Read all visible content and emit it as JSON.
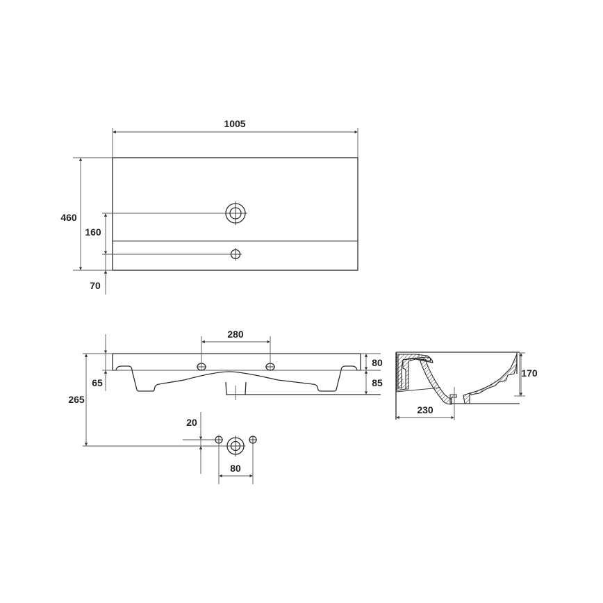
{
  "diagram": {
    "type": "technical-drawing",
    "subject": "washbasin",
    "views": {
      "top_view": {
        "dimensions": {
          "width": "1005",
          "depth": "460",
          "tap_hole_offset": "160",
          "overflow_offset": "70"
        }
      },
      "front_view": {
        "dimensions": {
          "hole_spacing": "280",
          "top_height": "80",
          "bottom_height": "85",
          "left_offset": "65",
          "total_height": "265",
          "drain_offset": "20",
          "drain_hole_spacing": "80"
        }
      },
      "side_section": {
        "dimensions": {
          "height": "170",
          "drain_depth": "230"
        }
      }
    },
    "colors": {
      "line": "#3a3a3a",
      "text": "#222222",
      "background": "#ffffff"
    }
  }
}
